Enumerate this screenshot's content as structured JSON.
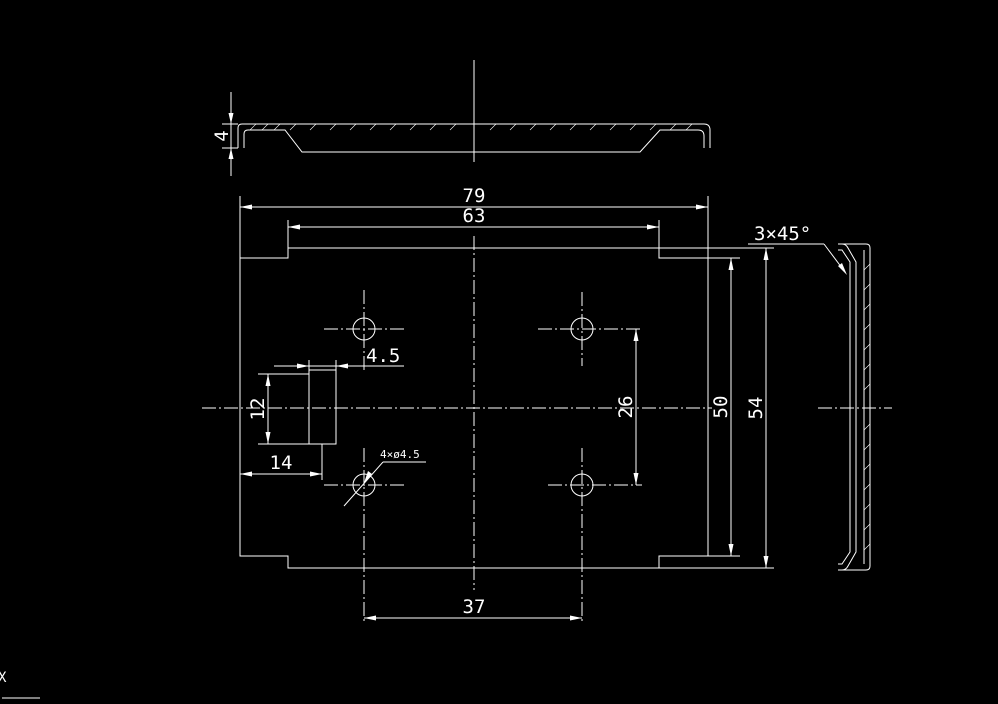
{
  "drawing": {
    "dimensions": {
      "overall_width": "79",
      "slot_width": "63",
      "flange_height": "4",
      "chamfer": "3×45°",
      "slot_size": "4.5",
      "slot_length": "12",
      "slot_offset": "14",
      "holes": "4×ø4.5",
      "hole_spacing_vertical": "26",
      "inner_height": "50",
      "overall_height": "54",
      "hole_spacing_horizontal": "37"
    },
    "cursor_glyph": "X"
  }
}
